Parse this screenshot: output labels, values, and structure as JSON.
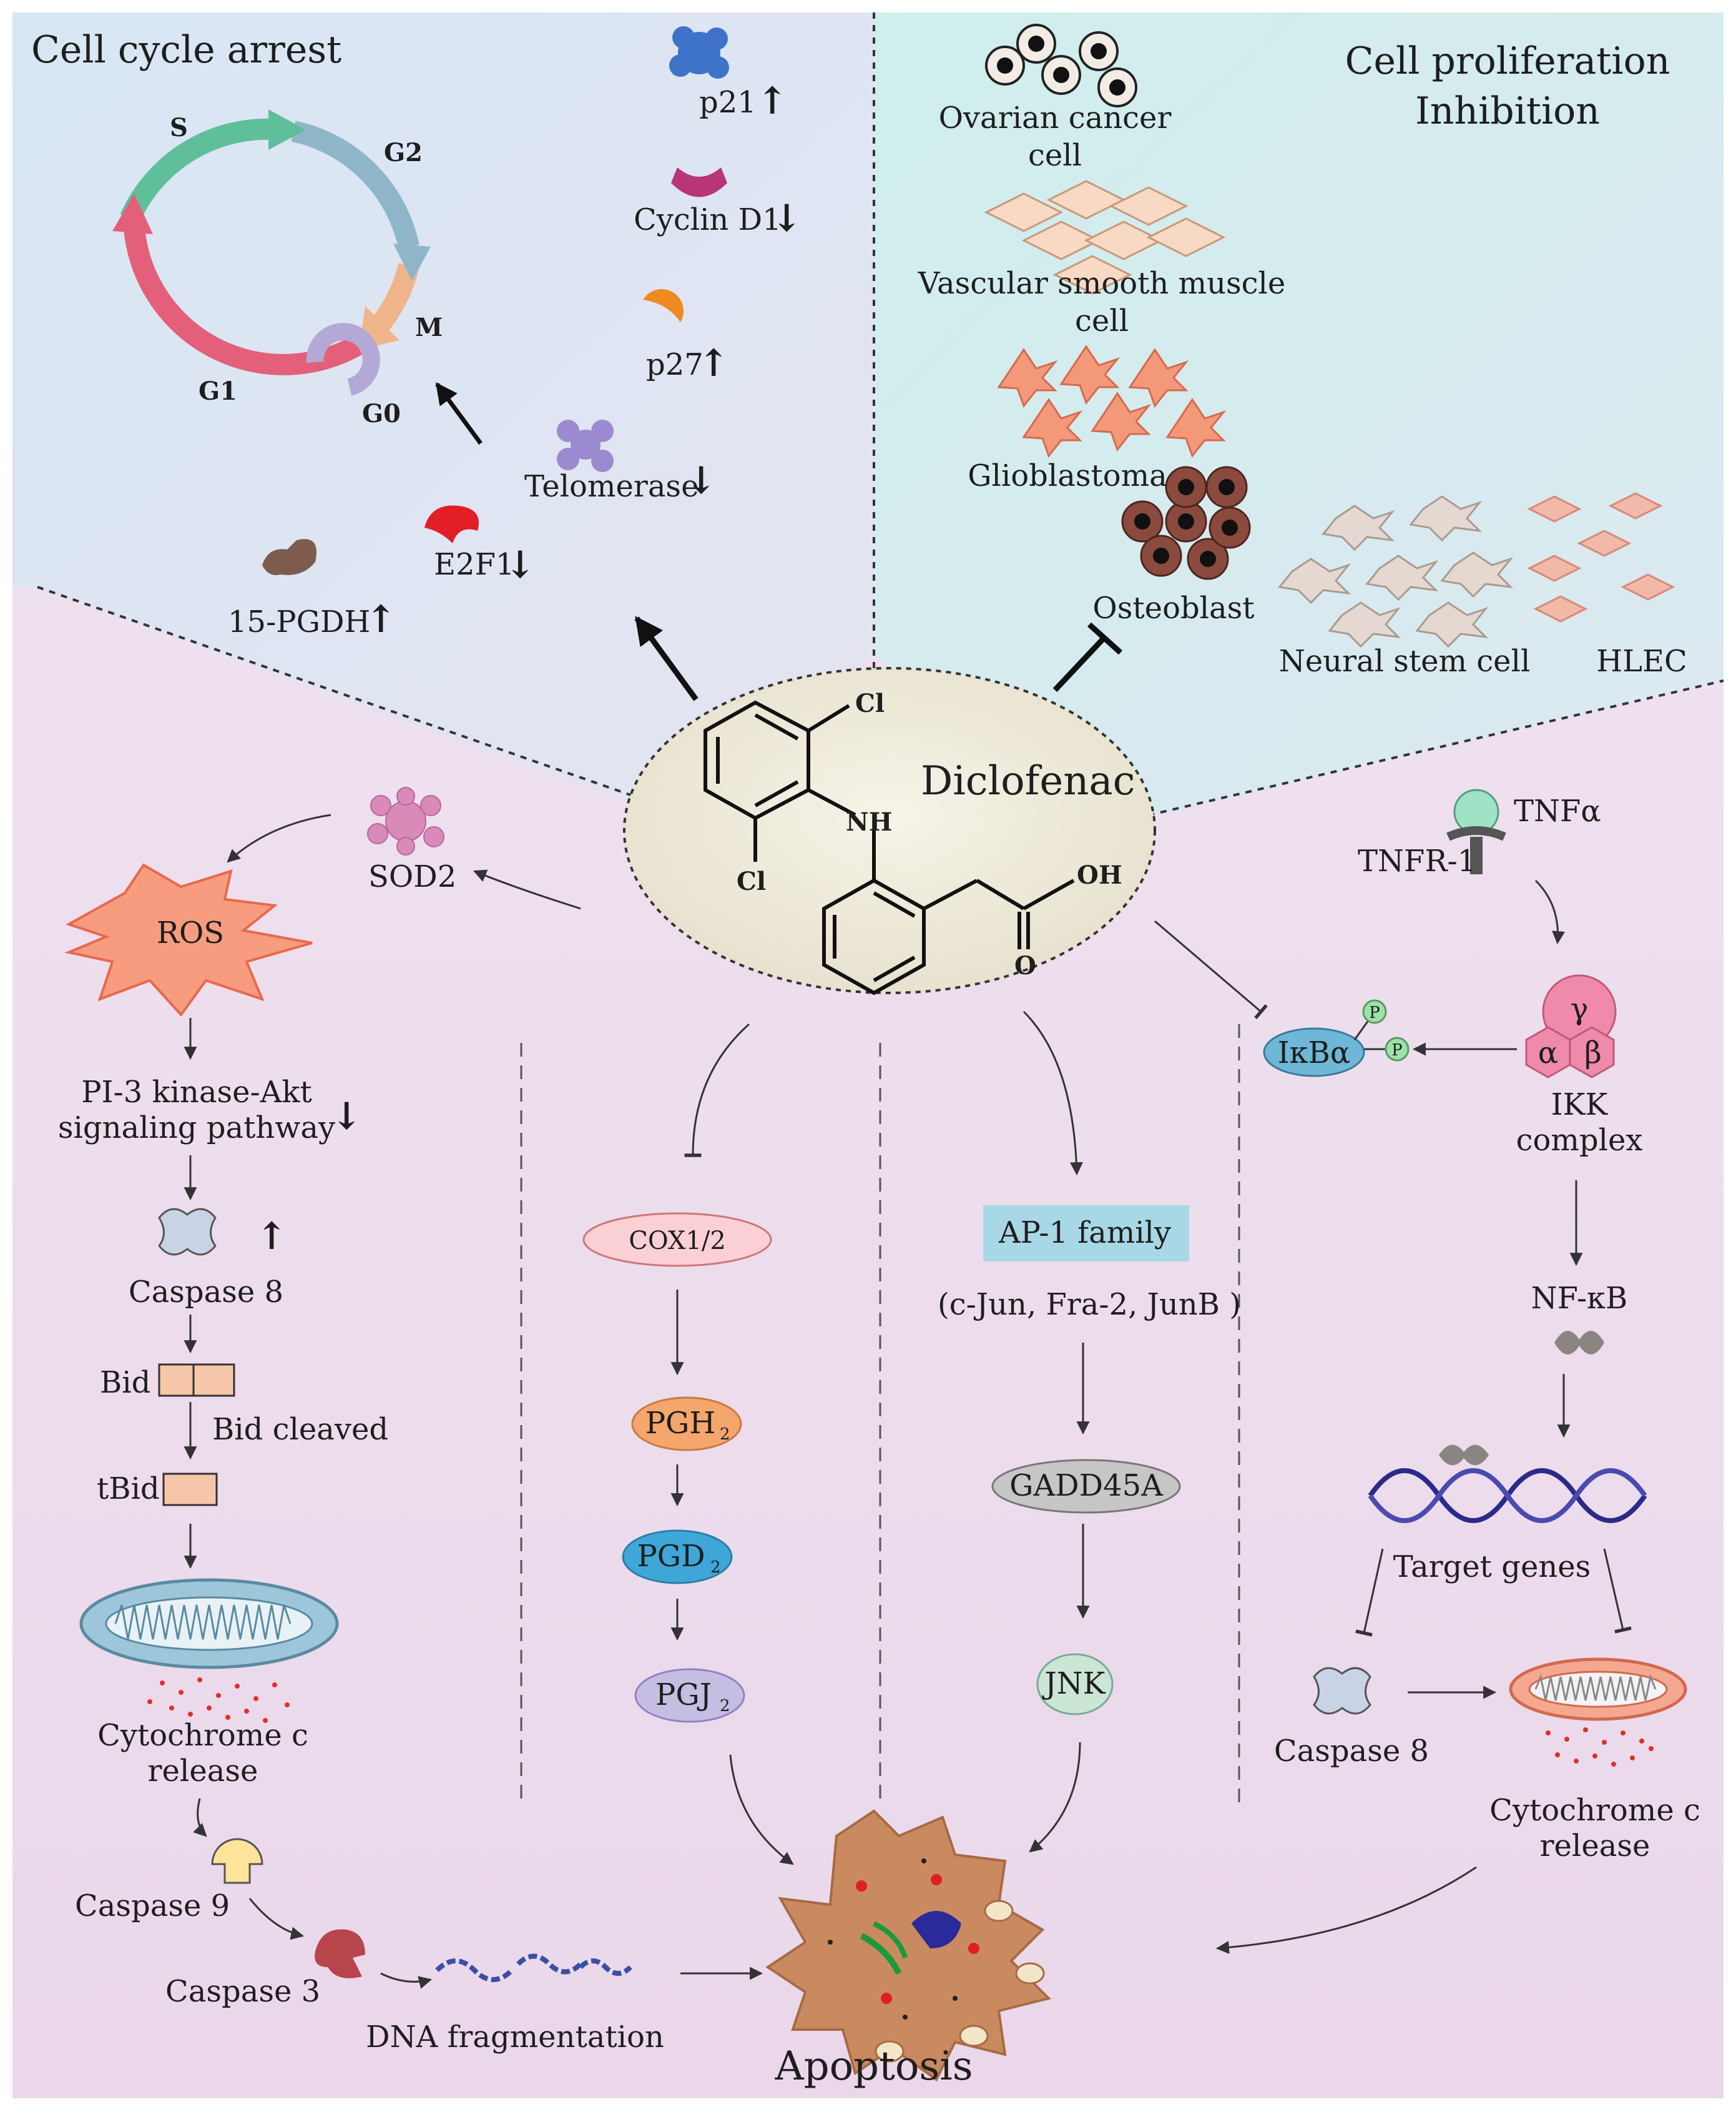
{
  "cell_cycle": {
    "title": "Cell cycle arrest",
    "phases": {
      "s": "S",
      "g2": "G2",
      "m": "M",
      "g1": "G1",
      "g0": "G0"
    },
    "markers": [
      {
        "name": "p21",
        "arrow": "↑"
      },
      {
        "name": "Cyclin D1",
        "arrow": "↓"
      },
      {
        "name": "p27",
        "arrow": "↑"
      },
      {
        "name": "Telomerase",
        "arrow": "↓"
      },
      {
        "name": "E2F1",
        "arrow": "↓"
      },
      {
        "name": "15-PGDH",
        "arrow": "↑"
      }
    ]
  },
  "proliferation": {
    "title_line1": "Cell proliferation",
    "title_line2": "Inhibition",
    "cells": {
      "ovarian_1": "Ovarian cancer",
      "ovarian_2": "cell",
      "vsmc_1": "Vascular smooth muscle",
      "vsmc_2": "cell",
      "glioblastoma": "Glioblastoma",
      "osteoblast": "Osteoblast",
      "neural": "Neural stem cell",
      "hlec": "HLEC"
    }
  },
  "drug": {
    "name": "Diclofenac",
    "atoms": {
      "cl1": "Cl",
      "cl2": "Cl",
      "nh": "NH",
      "oh": "OH",
      "o": "O"
    }
  },
  "ros_path": {
    "sod2": "SOD2",
    "ros": "ROS",
    "pi3k_1": "PI-3 kinase-Akt",
    "pi3k_2": "signaling pathway",
    "pi3k_arrow": "↓",
    "casp8": "Caspase 8",
    "casp8_arrow": "↑",
    "bid": "Bid",
    "bid_cleaved": "Bid cleaved",
    "tbid": "tBid",
    "cytc_1": "Cytochrome c",
    "cytc_2": "release",
    "casp9": "Caspase 9",
    "casp3": "Caspase 3",
    "dna": "DNA fragmentation"
  },
  "cox_path": {
    "cox": "COX1/2",
    "pgh": "PGH",
    "pgh_sub": "2",
    "pgd": "PGD",
    "pgd_sub": "2",
    "pgj": "PGJ",
    "pgj_sub": "2"
  },
  "ap1_path": {
    "ap1": "AP-1 family",
    "members": "(c-Jun, Fra-2, JunB )",
    "gadd": "GADD45A",
    "jnk": "JNK"
  },
  "nfkb_path": {
    "tnfa": "TNFα",
    "tnfr": "TNFR-1",
    "gamma": "γ",
    "alpha": "α",
    "beta": "β",
    "ikk_1": "IKK",
    "ikk_2": "complex",
    "ikba": "IκBα",
    "p": "P",
    "nfkb": "NF-κB",
    "target": "Target genes",
    "casp8": "Caspase 8",
    "cytc_1": "Cytochrome c",
    "cytc_2": "release"
  },
  "apoptosis": "Apoptosis"
}
